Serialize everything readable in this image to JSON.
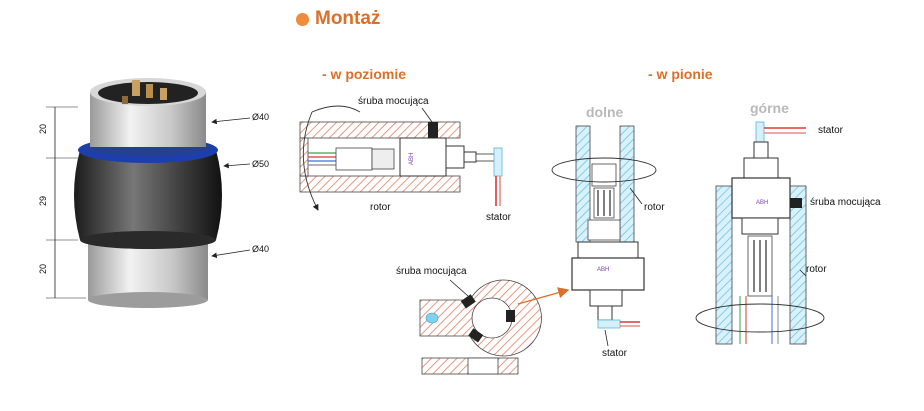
{
  "title": "Montaż",
  "colors": {
    "accent": "#d9702b",
    "accent_dot": "#f08a3c",
    "hatch": "#e0826a",
    "hatch_blue": "#6fc4e6",
    "label_gray": "#b9b9b9",
    "band_blue": "#1d3fae"
  },
  "product_drawing": {
    "dims_vertical": [
      "20",
      "29",
      "20"
    ],
    "diameters": [
      "Ø40",
      "Ø50",
      "Ø40"
    ]
  },
  "horizontal": {
    "heading": "- w poziomie",
    "screw_label": "śruba mocująca",
    "rotor_label": "rotor",
    "stator_label": "stator"
  },
  "clamp_detail": {
    "screw_label": "śruba mocująca"
  },
  "vertical": {
    "heading": "- w pionie",
    "bottom": {
      "label": "dolne",
      "rotor_label": "rotor",
      "stator_label": "stator"
    },
    "top": {
      "label": "górne",
      "stator_label": "stator",
      "screw_label": "śruba mocująca",
      "rotor_label": "rotor"
    }
  },
  "logo_text": "ABH"
}
